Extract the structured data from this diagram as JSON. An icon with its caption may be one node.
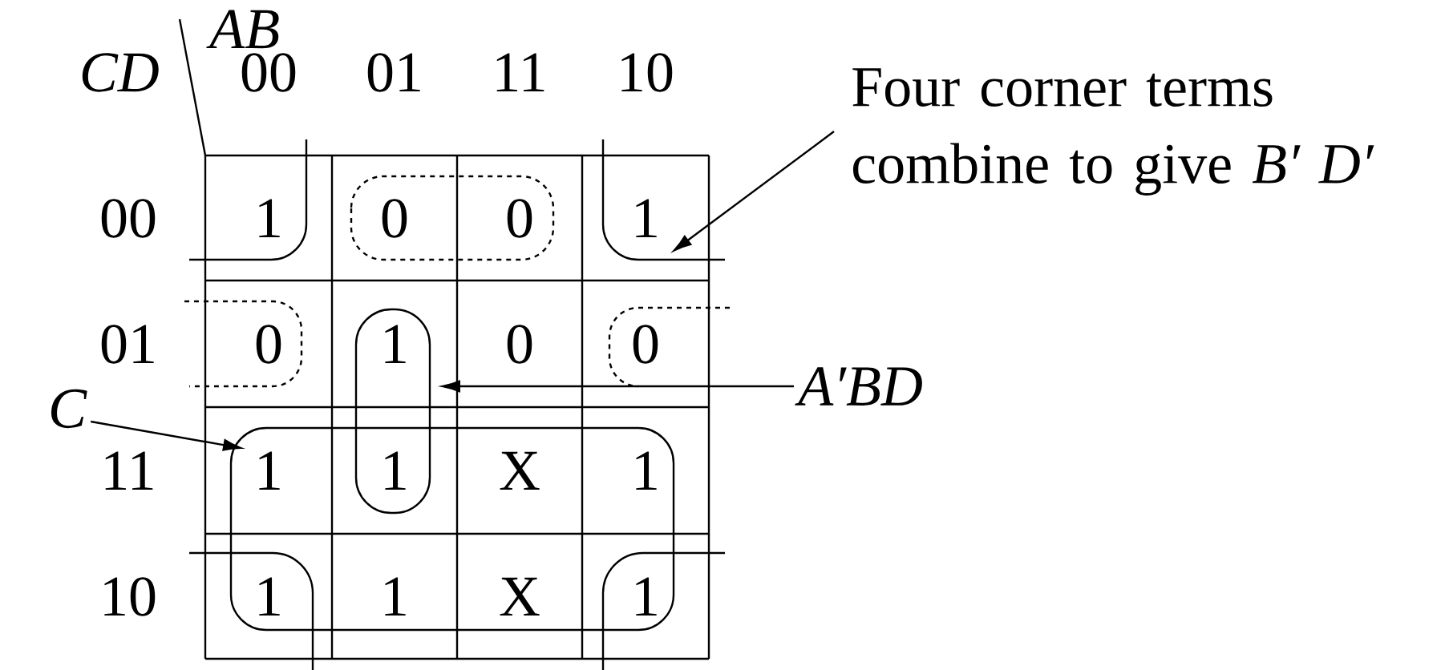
{
  "diagram": {
    "nodes": [
      {
        "text": [
          "Four corner terms combine to give *B′ D′*"
        ]
      },
      {
        "text": [
          "A′BD"
        ]
      },
      {
        "text": [
          "C"
        ]
      }
    ],
    "edges": [
      {
        "from": 0,
        "to": null,
        "arrow": "to"
      },
      {
        "from": 1,
        "to": null,
        "arrow": "to"
      },
      {
        "from": 2,
        "to": null,
        "arrow": "to"
      }
    ],
    "labels": [
      "AB",
      "CD",
      "00",
      "01",
      "11",
      "10",
      "00",
      "1",
      "0",
      "0",
      "1",
      "01",
      "0",
      "1",
      "0",
      "0",
      "11",
      "1",
      "1",
      "X",
      "1",
      "10",
      "1",
      "1",
      "X",
      "1"
    ]
  }
}
